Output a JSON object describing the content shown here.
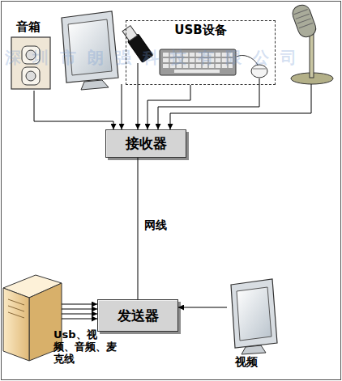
{
  "diagram": {
    "nodes": [
      {
        "text": [
          "音箱"
        ]
      },
      {
        "text": [
          "USB设备"
        ]
      },
      {
        "text": [
          "接收器"
        ]
      },
      {
        "text": [
          "发送器"
        ]
      },
      {
        "text": [
          "视频"
        ]
      }
    ],
    "edges": [
      {
        "from": 0,
        "to": 2,
        "arrow": "to"
      },
      {
        "from": 1,
        "to": 2,
        "arrow": "to"
      },
      {
        "from": 2,
        "to": 3,
        "label": "网线",
        "arrow": "none"
      },
      {
        "from": 4,
        "to": 3,
        "arrow": "to"
      }
    ],
    "labels": [
      "Usb、视频、音频、麦克线",
      "深圳市朗强科技有限公司"
    ]
  }
}
